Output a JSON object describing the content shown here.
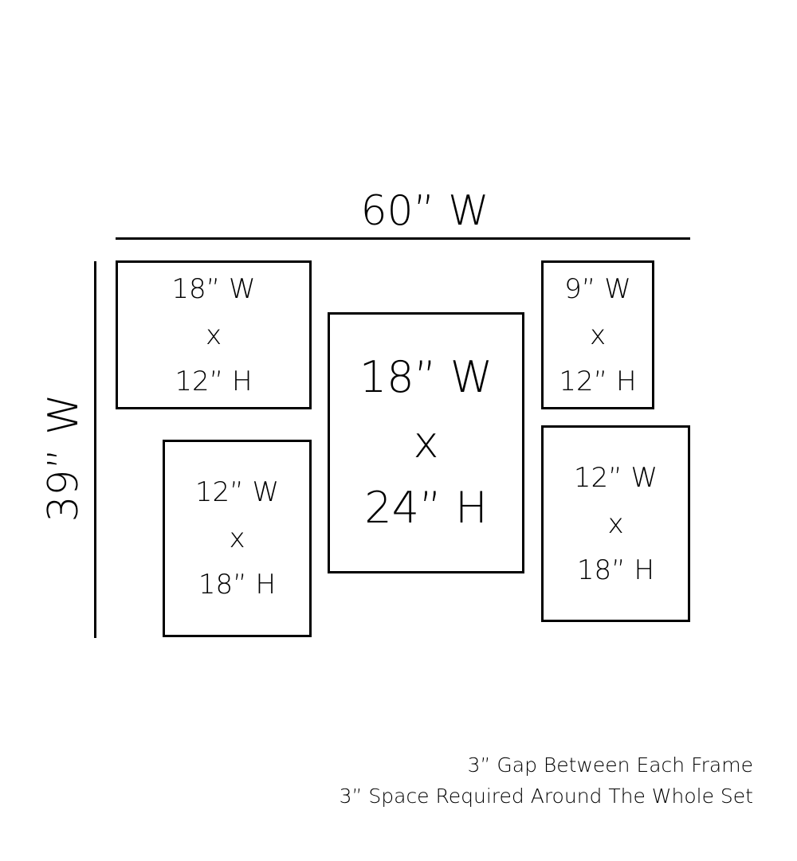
{
  "overall": {
    "width_label": "60” W",
    "height_label": "39” W"
  },
  "frames": [
    {
      "width": "18” W",
      "sep": "x",
      "height": "12” H"
    },
    {
      "width": "12” W",
      "sep": "x",
      "height": "18” H"
    },
    {
      "width": "18” W",
      "sep": "x",
      "height": "24” H"
    },
    {
      "width": "9” W",
      "sep": "x",
      "height": "12” H"
    },
    {
      "width": "12” W",
      "sep": "x",
      "height": "18” H"
    }
  ],
  "notes": [
    "3” Gap Between Each Frame",
    "3” Space Required Around The Whole Set"
  ]
}
